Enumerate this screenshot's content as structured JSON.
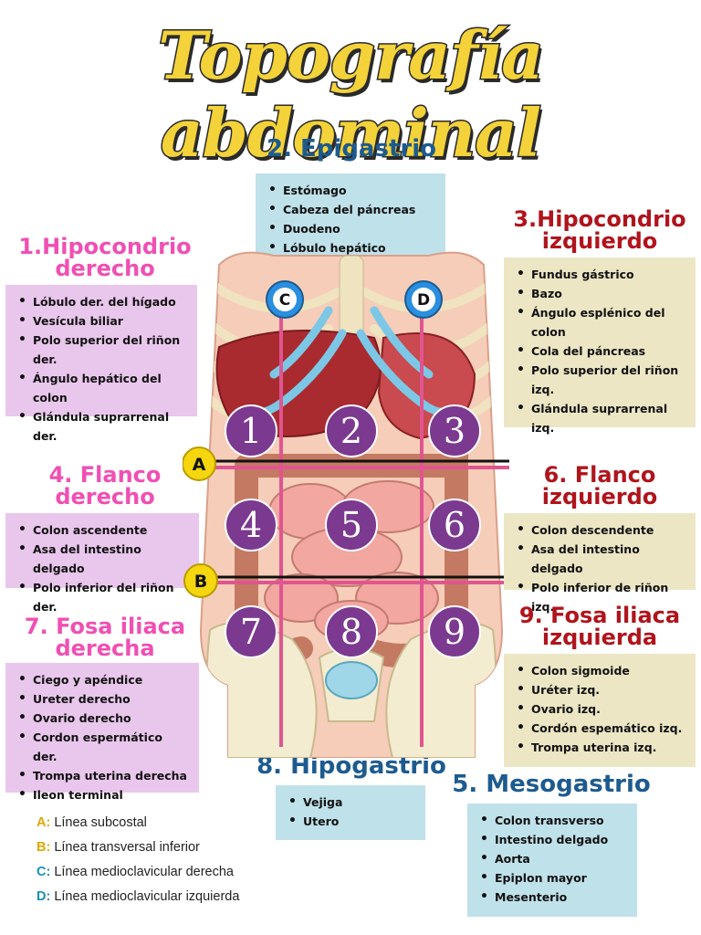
{
  "title": "Topografía abdominal",
  "regions": {
    "epigastrio": {
      "heading": "2. Epigastrio",
      "items": [
        "Estómago",
        "Cabeza del páncreas",
        "Duodeno",
        "Lóbulo hepático izquierdo"
      ]
    },
    "hipocondrio_izq": {
      "heading_line1": "3.Hipocondrio",
      "heading_line2": "izquierdo",
      "items": [
        "Fundus gástrico",
        "Bazo",
        "Ángulo esplénico del colon",
        "Cola del páncreas",
        "Polo superior del riñon izq.",
        "Glándula suprarrenal izq."
      ]
    },
    "hipocondrio_der": {
      "heading_line1": "1.Hipocondrio",
      "heading_line2": "derecho",
      "items": [
        "Lóbulo der. del hígado",
        "Vesícula biliar",
        "Polo superior del riñon der.",
        "Ángulo hepático del colon",
        "Glándula suprarrenal der."
      ]
    },
    "flanco_der": {
      "heading_line1": "4. Flanco",
      "heading_line2": "derecho",
      "items": [
        "Colon ascendente",
        "Asa del intestino delgado",
        "Polo inferior del riñon der."
      ]
    },
    "flanco_izq": {
      "heading_line1": "6. Flanco",
      "heading_line2": "izquierdo",
      "items": [
        "Colon descendente",
        "Asa del intestino delgado",
        "Polo inferior de riñon izq."
      ]
    },
    "fosa_der": {
      "heading_line1": "7. Fosa iliaca",
      "heading_line2": "derecha",
      "items": [
        "Ciego y apéndice",
        "Ureter derecho",
        "Ovario derecho",
        "Cordon espermático der.",
        "Trompa uterina derecha",
        "Ileon terminal"
      ]
    },
    "fosa_izq": {
      "heading_line1": "9. Fosa iliaca",
      "heading_line2": "izquierda",
      "items": [
        "Colon sigmoide",
        "Uréter izq.",
        "Ovario izq.",
        "Cordón espemático izq.",
        "Trompa uterina izq."
      ]
    },
    "hipogastrio": {
      "heading": "8. Hipogastrio",
      "items": [
        "Vejiga",
        "Utero"
      ]
    },
    "mesogastrio": {
      "heading": "5. Mesogastrio",
      "items": [
        "Colon transverso",
        "Intestino delgado",
        "Aorta",
        "Epiplon mayor",
        "Mesenterio"
      ]
    }
  },
  "diagram": {
    "region_numbers": [
      "1",
      "2",
      "3",
      "4",
      "5",
      "6",
      "7",
      "8",
      "9"
    ],
    "line_markers": [
      "A",
      "B",
      "C",
      "D"
    ]
  },
  "legend": [
    {
      "key": "A:",
      "label": "Línea subcostal",
      "color": "#e0a800"
    },
    {
      "key": "B:",
      "label": "Línea transversal inferior",
      "color": "#e0a800"
    },
    {
      "key": "C:",
      "label": "Línea medioclavicular derecha",
      "color": "#1a8fb5"
    },
    {
      "key": "D:",
      "label": "Línea medioclavicular izquierda",
      "color": "#1a8fb5"
    }
  ],
  "colors": {
    "title_fill": "#f3d23a",
    "pink_heading": "#f04fb3",
    "red_heading": "#b0141c",
    "blue_heading": "#1d5b8f",
    "region_circle": "#7b3a8f",
    "marker_yellow": "#f5d60f",
    "marker_blue": "#2a8fe0",
    "grid_line": "#e05590"
  }
}
